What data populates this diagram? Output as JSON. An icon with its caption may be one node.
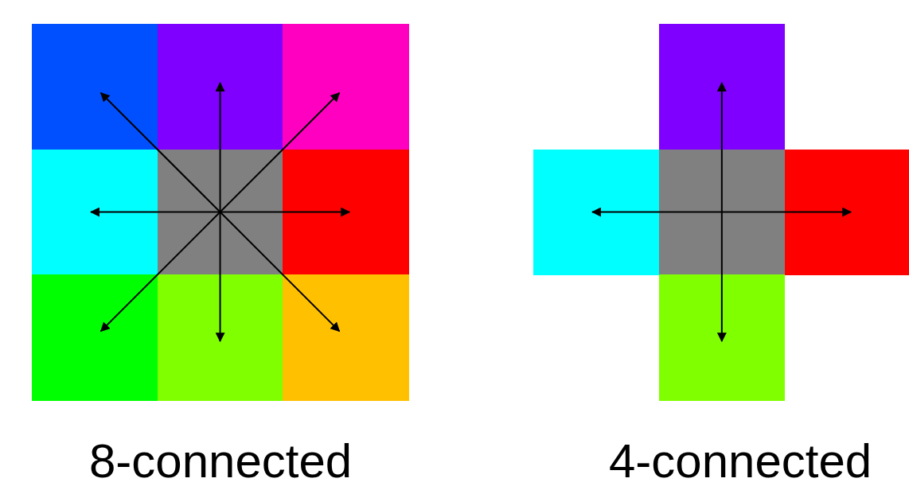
{
  "diagram": {
    "nodes": [
      {
        "text": [],
        "shape": "box"
      },
      {
        "text": [],
        "shape": "box"
      },
      {
        "text": [],
        "shape": "box"
      },
      {
        "text": [],
        "shape": "box"
      },
      {
        "text": [],
        "shape": "box"
      },
      {
        "text": [],
        "shape": "box"
      },
      {
        "text": [],
        "shape": "box"
      },
      {
        "text": [],
        "shape": "box"
      },
      {
        "text": [],
        "shape": "box"
      },
      {
        "text": [],
        "shape": "box"
      },
      {
        "text": [],
        "shape": "box"
      },
      {
        "text": [],
        "shape": "box"
      },
      {
        "text": [],
        "shape": "box"
      },
      {
        "text": [],
        "shape": "box"
      }
    ],
    "edges": [
      {
        "from": 4,
        "to": 0,
        "arrow": "to"
      },
      {
        "from": 4,
        "to": 1,
        "arrow": "to"
      },
      {
        "from": 4,
        "to": 2,
        "arrow": "to"
      },
      {
        "from": 4,
        "to": 3,
        "arrow": "to"
      },
      {
        "from": 4,
        "to": 5,
        "arrow": "to"
      },
      {
        "from": 4,
        "to": 6,
        "arrow": "to"
      },
      {
        "from": 4,
        "to": 7,
        "arrow": "to"
      },
      {
        "from": 4,
        "to": 8,
        "arrow": "to"
      },
      {
        "from": 11,
        "to": 9,
        "arrow": "to"
      },
      {
        "from": 11,
        "to": 10,
        "arrow": "to"
      },
      {
        "from": 11,
        "to": 12,
        "arrow": "to"
      },
      {
        "from": 11,
        "to": 13,
        "arrow": "to"
      }
    ],
    "labels": [
      "8-connected",
      "4-connected"
    ]
  }
}
